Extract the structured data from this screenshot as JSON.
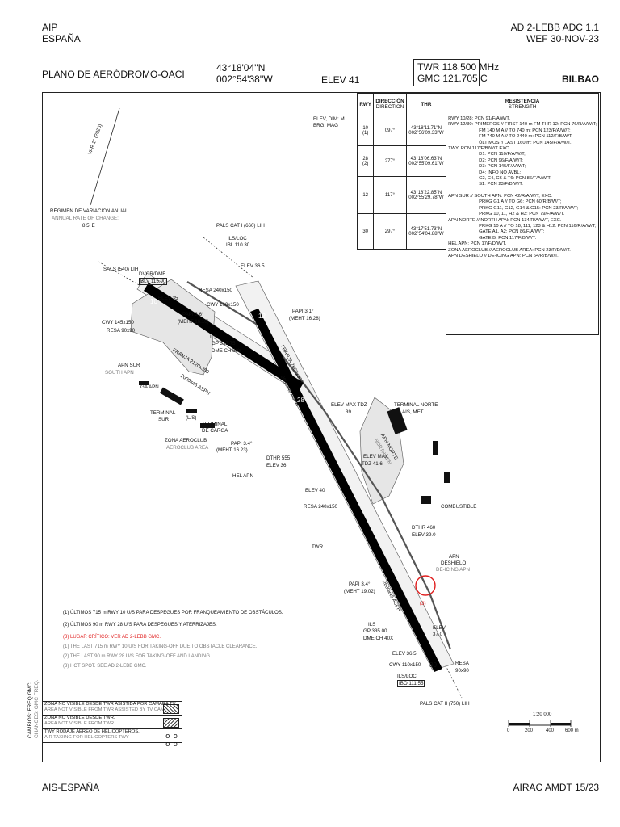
{
  "header": {
    "aip": "AIP",
    "country": "ESPAÑA",
    "doc_id": "AD 2-LEBB ADC 1.1",
    "effective": "WEF 30-NOV-23"
  },
  "title_bar": {
    "chart_title": "PLANO DE AERÓDROMO-OACI",
    "lat": "43°18'04''N",
    "lon": "002°54'38''W",
    "elev": "ELEV 41",
    "twr": "TWR 118.500 MHz",
    "gmc": "GMC 121.705 C",
    "city": "BILBAO"
  },
  "elev_note": {
    "line1": "ELEV, DIM: M.",
    "line2": "BRG: MAG"
  },
  "variation": {
    "var_label": "VAR 1° (2020)",
    "es": "RÉGIMEN DE VARIACIÓN ANUAL",
    "en": "ANNUAL RATE OF CHANGE:",
    "value": "8.5' E"
  },
  "runway_table": {
    "headers": {
      "rwy": "RWY",
      "dir_es": "DIRECCIÓN",
      "dir_en": "DIRECTION",
      "thr": "THR",
      "str_es": "RESISTENCIA",
      "str_en": "STRENGTH"
    },
    "rows": [
      {
        "rwy": "10 (1)",
        "dir": "097°",
        "thr1": "43°18'11.71''N",
        "thr2": "002°56'09.33''W"
      },
      {
        "rwy": "28 (2)",
        "dir": "277°",
        "thr1": "43°18'06.63''N",
        "thr2": "002°55'09.61''W"
      },
      {
        "rwy": "12",
        "dir": "117°",
        "thr1": "43°18'22.85''N",
        "thr2": "002°55'29.78''W"
      },
      {
        "rwy": "30",
        "dir": "297°",
        "thr1": "43°17'51.73''N",
        "thr2": "002°54'04.88''W"
      }
    ],
    "strength_lines": [
      "RWY 10/28:  PCN 91/F/A/W/T.",
      "RWY 12/30:  PRIMEROS // FIRST 140 m FM THR 12: PCN 76/R/A/W/T;",
      "FM 140 M A // TO   740 m: PCN 123/F/A/W/T;",
      "FM 740 M A // TO   2440 m: PCN 112/F/B/W/T;",
      "ÚLTIMOS // LAST 160 m: PCN 145/F/A/W/T.",
      "TWY: PCN 117/F/B/W/T EXC.",
      "D1: PCN 110/F/A/W/T;",
      "D2: PCN 96/F/A/W/T;",
      "D3: PCN 145/F/A/W/T;",
      "D4: INFO NO AVBL;",
      "C2, C4, C6 & T6: PCN 86/F/A/W/T;",
      "S1: PCN 23/F/D/W/T.",
      "",
      "APN SUR // SOUTH APN: PCN 42/R/A/W/T, EXC.",
      "PRKG G1 A // TO G6: PCN 60/R/B/W/T;",
      "PRKG G11, G12, G14 & G15: PCN 23/R/A/W/T;",
      "PRKG 10, 11, H2 & H3: PCN 79/F/A/W/T.",
      "APN NORTE // NORTH APN: PCN 134/R/A/W/T, EXC.",
      "PRKG 10 A // TO 18, 111, 123 & H12: PCN 116/R/A/W/T;",
      "GATE A1, A2: PCN 86/F/A/W/T;",
      "GATE B: PCN 117/F/B/W/T.",
      "HEL APN: PCN 17/F/D/W/T.",
      "ZONA AEROCLUB // AEROCLUB AREA: PCN 23/F/D/W/T.",
      "APN DESHIELO // DE-ICING APN: PCN 64/R/B/W/T."
    ]
  },
  "map_labels": {
    "pals_cat1": "PALS CAT I (660) LIH",
    "ils_loc_top": "ILS/LOC",
    "ibl": "IBL 110.30",
    "sals": "SALS (540) LIH",
    "dvor1": "DVOR/DME",
    "dvor2": "BLV 115.90",
    "elev35": "ELEV 35",
    "elev365_top": "ELEV 36.5",
    "resa_top": "RESA 240x150",
    "cwy_top": "CWY 100x150",
    "papi36": "PAPI 3.6°",
    "meht1610": "(MEHT 16.10)",
    "papi31_1": "PAPI 3.1°",
    "papi31_2": "(MEHT 16.28)",
    "cwy145": "CWY 145x150",
    "resa90": "RESA 90x90",
    "ils1": "ILS",
    "gp33275": "GP 332.75",
    "dmech": "DME CH 50Y",
    "apn_sur": "APN SUR",
    "south_apn": "SOUTH APN",
    "ga_apn": "GA APN",
    "terminal_sur1": "TERMINAL",
    "terminal_sur2": "SUR",
    "twr_lbl": "TWR",
    "twr_ls": "(L/S)",
    "terminal_carga1": "TERMINAL",
    "terminal_carga2": "DE CARGA",
    "zona_aero": "ZONA AEROCLUB",
    "aeroclub_area": "AEROCLUB AREA",
    "papi34": "PAPI 3.4°",
    "meht1623": "(MEHT 16.23)",
    "dthr555": "DTHR 555",
    "elev36": "ELEV 36",
    "hel_apn": "HEL APN",
    "rwy10_28": "2000x45 ASPH",
    "rwy_num_10": "10",
    "rwy_num_28": "28",
    "rwy_num_12": "12",
    "rwy_num_30": "30",
    "rwy12_30": "2600x45 ASPH",
    "franja1": "FRANJA 2120x300",
    "franja2": "FRANJA 2660x300",
    "elev_tdz39_1": "ELEV MAX TDZ",
    "elev_tdz39_2": "39",
    "terminal_norte1": "TERMINAL NORTE",
    "terminal_norte2": "AIS, MET",
    "apn_norte": "APN NORTE",
    "north_apn": "NORTH APN",
    "elev_tdz416_1": "ELEV MAX",
    "elev_tdz416_2": "TDZ 41.6",
    "elev40": "ELEV 40",
    "resa_mid": "RESA 240x150",
    "combustible": "COMBUSTIBLE",
    "twr2": "TWR",
    "dthr460": "DTHR 460",
    "elev390": "ELEV 39.0",
    "apn_deshielo1": "APN",
    "apn_deshielo2": "DESHIELO",
    "deicing": "DE-ICING APN",
    "hotspot_num": "(3)",
    "papi34b": "PAPI 3.4°",
    "meht1902": "(MEHT 19.02)",
    "ils2": "ILS",
    "gp335": "GP 335.00",
    "dmech40": "DME CH 40X",
    "elev37": "ELEV",
    "elev37b": "37.0",
    "elev365_bot": "ELEV 36.5",
    "cwy_bot": "CWY 110x150",
    "ils_loc_bot": "ILS/LOC",
    "ibo": "IBO 111.55",
    "resa_bot1": "RESA",
    "resa_bot2": "90x90",
    "pals_cat2": "PALS CAT II (750) LIH"
  },
  "notes": {
    "es1": "(1) ÚLTIMOS 715 m RWY 10 U/S PARA DESPEGUES POR FRANQUEAMIENTO DE OBSTÁCULOS.",
    "es2": "(2) ÚLTIMOS 90 m RWY 28 U/S PARA DESPEGUES Y ATERRIZAJES.",
    "es3": "(3) LUGAR CRÍTICO: VER AD 2-LEBB GMC.",
    "en1": "(1) THE LAST 715 m RWY 10 U/S FOR TAKING-OFF DUE TO OBSTACLE CLEARANCE.",
    "en2": "(2) THE LAST 90 m RWY 28 U/S FOR TAKING-OFF AND LANDING",
    "en3": "(3) HOT SPOT. SEE AD 2-LEBB GMC."
  },
  "legend": [
    {
      "es": "ZONA NO VISIBLE DESDE TWR ASISTIDA POR CÁMARA TV.",
      "en": "AREA NOT VISIBLE FROM TWR ASSISTED BY TV CAMERA"
    },
    {
      "es": "ZONA NO VISIBLE DESDE TWR.",
      "en": "AREA NOT VISIBLE FROM TWR."
    },
    {
      "es": "TWY RODAJE AÉREO DE HELICÓPTEROS.",
      "en": "AIR TAXIING FOR HELICOPTERS TWY"
    }
  ],
  "legend_symbol": "o o o o",
  "side_note": {
    "es": "CAMBIOS: FREQ GMC.",
    "en": "CHANGES: GMC FREQ."
  },
  "scale": {
    "ratio": "1:20 000",
    "t0": "0",
    "t1": "200",
    "t2": "400",
    "t3": "600 m"
  },
  "footer": {
    "left": "AIS-ESPAÑA",
    "right": "AIRAC AMDT 15/23"
  }
}
